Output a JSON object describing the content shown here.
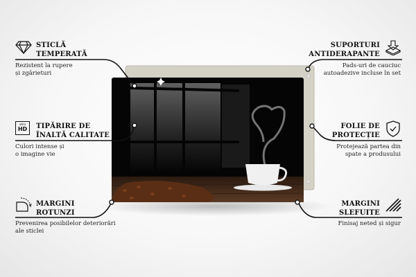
{
  "features": [
    {
      "id": "tempered-glass",
      "icon": "diamond-icon",
      "title_line1": "STICLĂ",
      "title_line2": "TEMPERATĂ",
      "desc_line1": "Rezistent la rupere",
      "desc_line2": "și zgârieturi"
    },
    {
      "id": "hd-print",
      "icon": "ultra-hd-icon",
      "icon_text_small": "ultra",
      "icon_text_big": "HD",
      "title_line1": "TIPĂRIRE DE",
      "title_line2": "ÎNALTĂ CALITATE",
      "desc_line1": "Culori intense și",
      "desc_line2": "o imagine vie"
    },
    {
      "id": "rounded-edges",
      "icon": "rounded-corner-icon",
      "title_line1": "MARGINI",
      "title_line2": "ROTUNZI",
      "desc_line1": "Prevenirea posibilelor deteriorări",
      "desc_line2": "ale sticlei"
    },
    {
      "id": "anti-slip",
      "icon": "anti-slip-pad-icon",
      "title_line1": "SUPORTURI",
      "title_line2": "ANTIDERAPANTE",
      "desc_line1": "Pads-uri de cauciuc",
      "desc_line2": "autoadezive incluse în set"
    },
    {
      "id": "protective-film",
      "icon": "shield-check-icon",
      "title_line1": "FOLIE DE",
      "title_line2": "PROTECȚIE",
      "desc_line1": "Protejează partea din",
      "desc_line2": "spate a produsului"
    },
    {
      "id": "polished-edges",
      "icon": "polished-edge-icon",
      "title_line1": "MARGINI",
      "title_line2": "SLEFUITE",
      "desc_line1": "Finisaj neted și sigur",
      "desc_line2": ""
    }
  ],
  "colors": {
    "line": "#111111",
    "back_panel": "#d4d1c6",
    "glass": "#050505",
    "beans": "#5a2e15",
    "wood": "#3a2416"
  }
}
